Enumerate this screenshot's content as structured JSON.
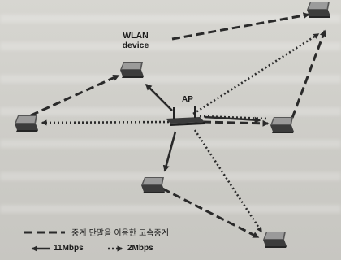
{
  "labels": {
    "wlan_line1": "WLAN",
    "wlan_line2": "device",
    "ap": "AP"
  },
  "legend": {
    "relay_text": "중계 단말을 이용한 고속중계",
    "rate_11": "11Mbps",
    "rate_2": "2Mbps"
  },
  "colors": {
    "background": "#cfcfca",
    "ink": "#2a2a2a"
  },
  "icons": {
    "laptop": "laptop-icon",
    "access_point": "access-point-icon"
  }
}
